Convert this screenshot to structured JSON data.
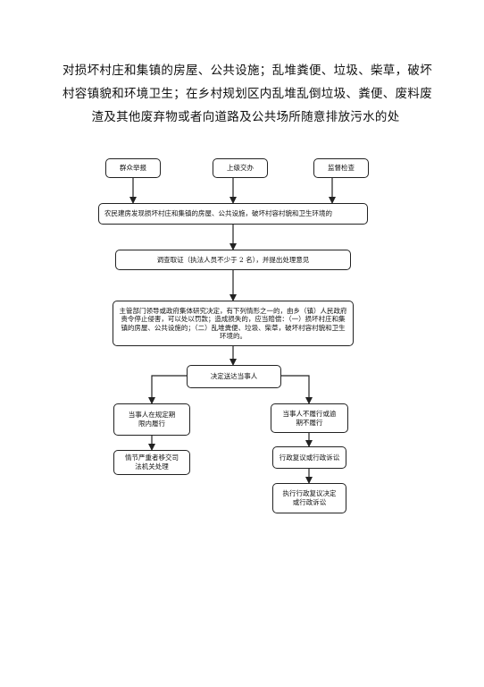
{
  "title": {
    "line1": "对损坏村庄和集镇的房屋、公共设施；乱堆粪便、垃圾、柴草，破坏",
    "line2": "村容镇貌和环境卫生；在乡村规划区内乱堆乱倒垃圾、粪便、废料废",
    "line3": "渣及其他废弃物或者向道路及公共场所随意排放污水的处"
  },
  "nodes": {
    "report": "群众举报",
    "superior": "上级交办",
    "inspect": "监督检查",
    "discover": "农民建房发现损坏村庄和集镇的房屋、公共设施，破坏村容村貌和卫生环境的",
    "investigate": "调查取证（执法人员不少于 2 名），并提出处理意见",
    "decision": "主管部门领导或政府集体研究决定，有下列情形之一的，由乡（镇）人民政府责令停止侵害，可以处以罚款；造成损失的，应当赔偿：（一）损坏村庄和集镇的房屋、公共设施的；（二）乱堆粪便、垃圾、柴草，破坏村容村貌和卫生环境的。",
    "deliver": "决定送达当事人",
    "comply": "当事人在规定期限内履行",
    "noncomply": "当事人不履行或逾期不履行",
    "transfer": "情节严重者移交司法机关处理",
    "review": "行政复议或行政诉讼",
    "enforce": "执行行政复议决定或行政诉讼"
  }
}
